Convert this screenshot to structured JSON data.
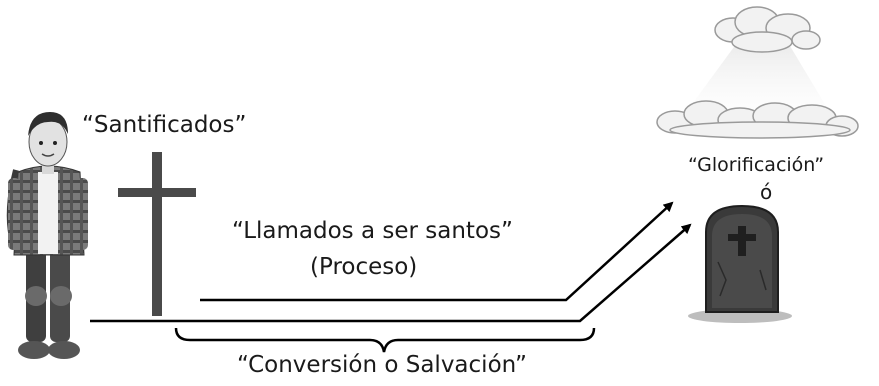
{
  "labels": {
    "santificados": "“Santificados”",
    "llamados": "“Llamados a ser santos”",
    "proceso": "(Proceso)",
    "glorificacion": "“Glorificación”",
    "o": "ó",
    "conversion": "“Conversión o Salvación”"
  },
  "colors": {
    "line": "#000000",
    "cross": "#4a4a4a",
    "tombstone": "#3a3a3a",
    "cloud": "#d9d9d9",
    "shirt_plaid": "#6b6b6b",
    "jeans": "#3f3f3f"
  },
  "icons": {
    "person": "person-icon",
    "cross": "cross-icon",
    "tombstone": "tombstone-icon",
    "clouds": "clouds-icon"
  }
}
